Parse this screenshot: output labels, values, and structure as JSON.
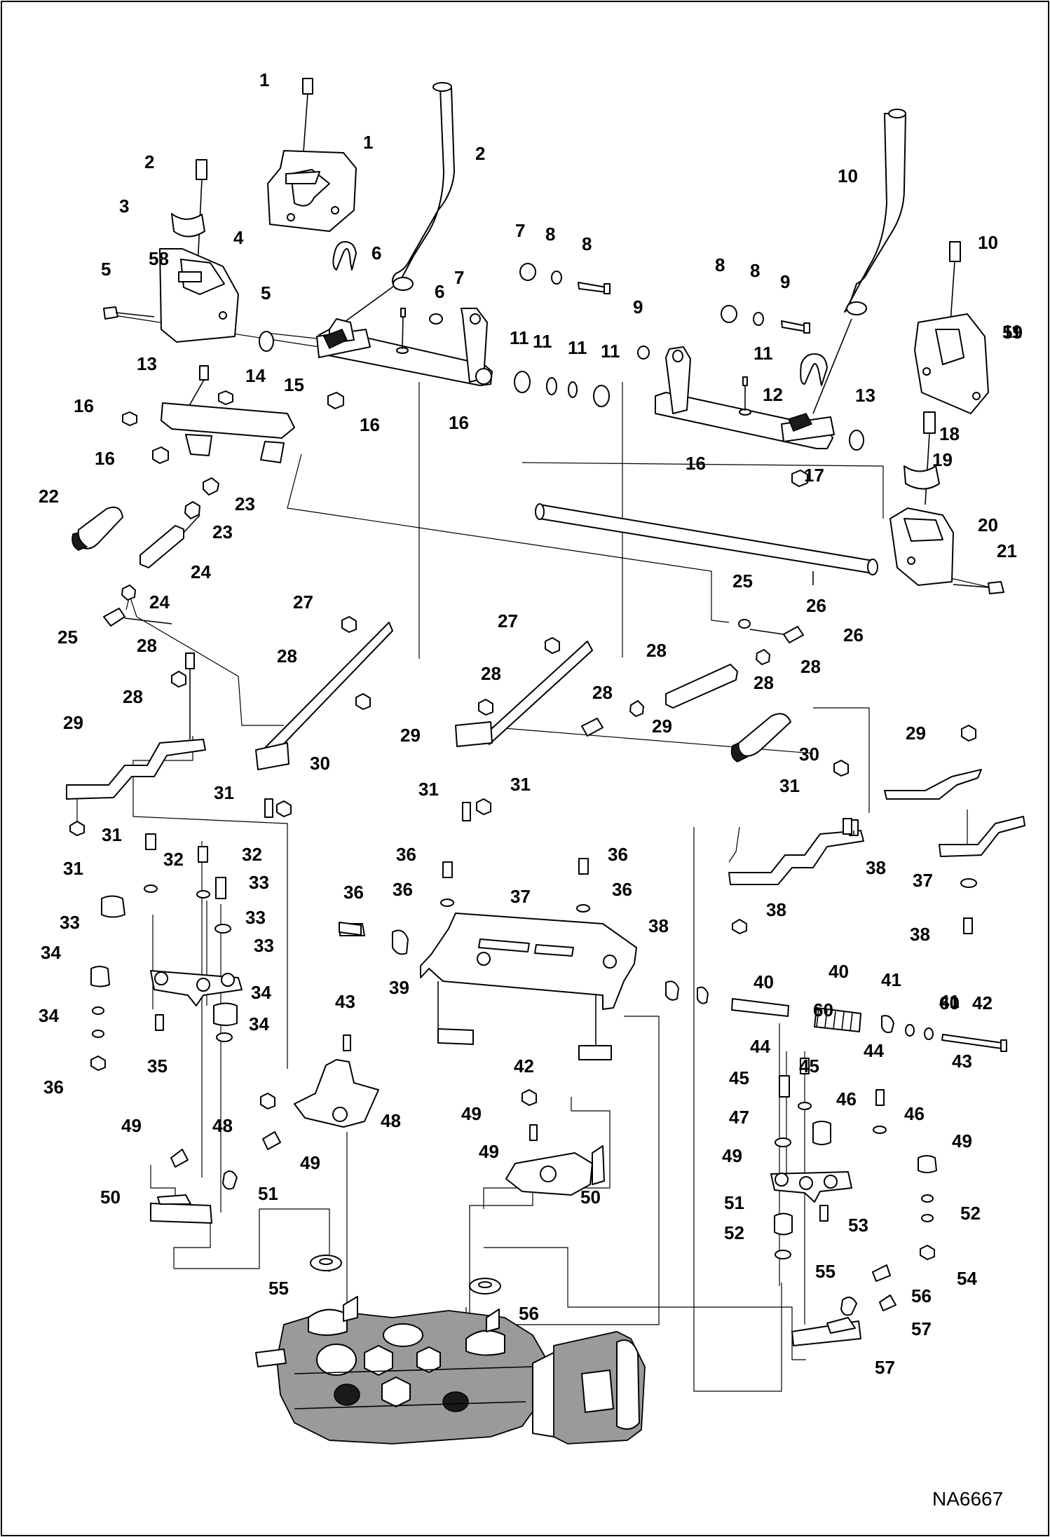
{
  "drawing_id": "NA6667",
  "callouts": [
    "1",
    "1",
    "2",
    "2",
    "3",
    "4",
    "5",
    "5",
    "6",
    "6",
    "7",
    "7",
    "8",
    "8",
    "8",
    "8",
    "9",
    "9",
    "10",
    "10",
    "11",
    "11",
    "11",
    "11",
    "11",
    "11",
    "12",
    "13",
    "13",
    "14",
    "15",
    "16",
    "16",
    "16",
    "16",
    "16",
    "17",
    "18",
    "19",
    "20",
    "21",
    "22",
    "23",
    "23",
    "24",
    "24",
    "25",
    "25",
    "26",
    "26",
    "27",
    "27",
    "28",
    "28",
    "28",
    "28",
    "28",
    "28",
    "28",
    "28",
    "29",
    "29",
    "29",
    "29",
    "30",
    "30",
    "31",
    "31",
    "31",
    "31",
    "31",
    "31",
    "32",
    "32",
    "33",
    "33",
    "33",
    "33",
    "34",
    "34",
    "34",
    "34",
    "35",
    "36",
    "36",
    "36",
    "36",
    "36",
    "36",
    "37",
    "37",
    "38",
    "38",
    "38",
    "38",
    "39",
    "40",
    "40",
    "41",
    "41",
    "42",
    "42",
    "43",
    "43",
    "44",
    "44",
    "45",
    "45",
    "46",
    "46",
    "47",
    "48",
    "48",
    "49",
    "49",
    "49",
    "49",
    "49",
    "49",
    "50",
    "50",
    "51",
    "51",
    "52",
    "52",
    "53",
    "54",
    "55",
    "55",
    "56",
    "56",
    "57",
    "57",
    "58",
    "59",
    "60",
    "60"
  ]
}
